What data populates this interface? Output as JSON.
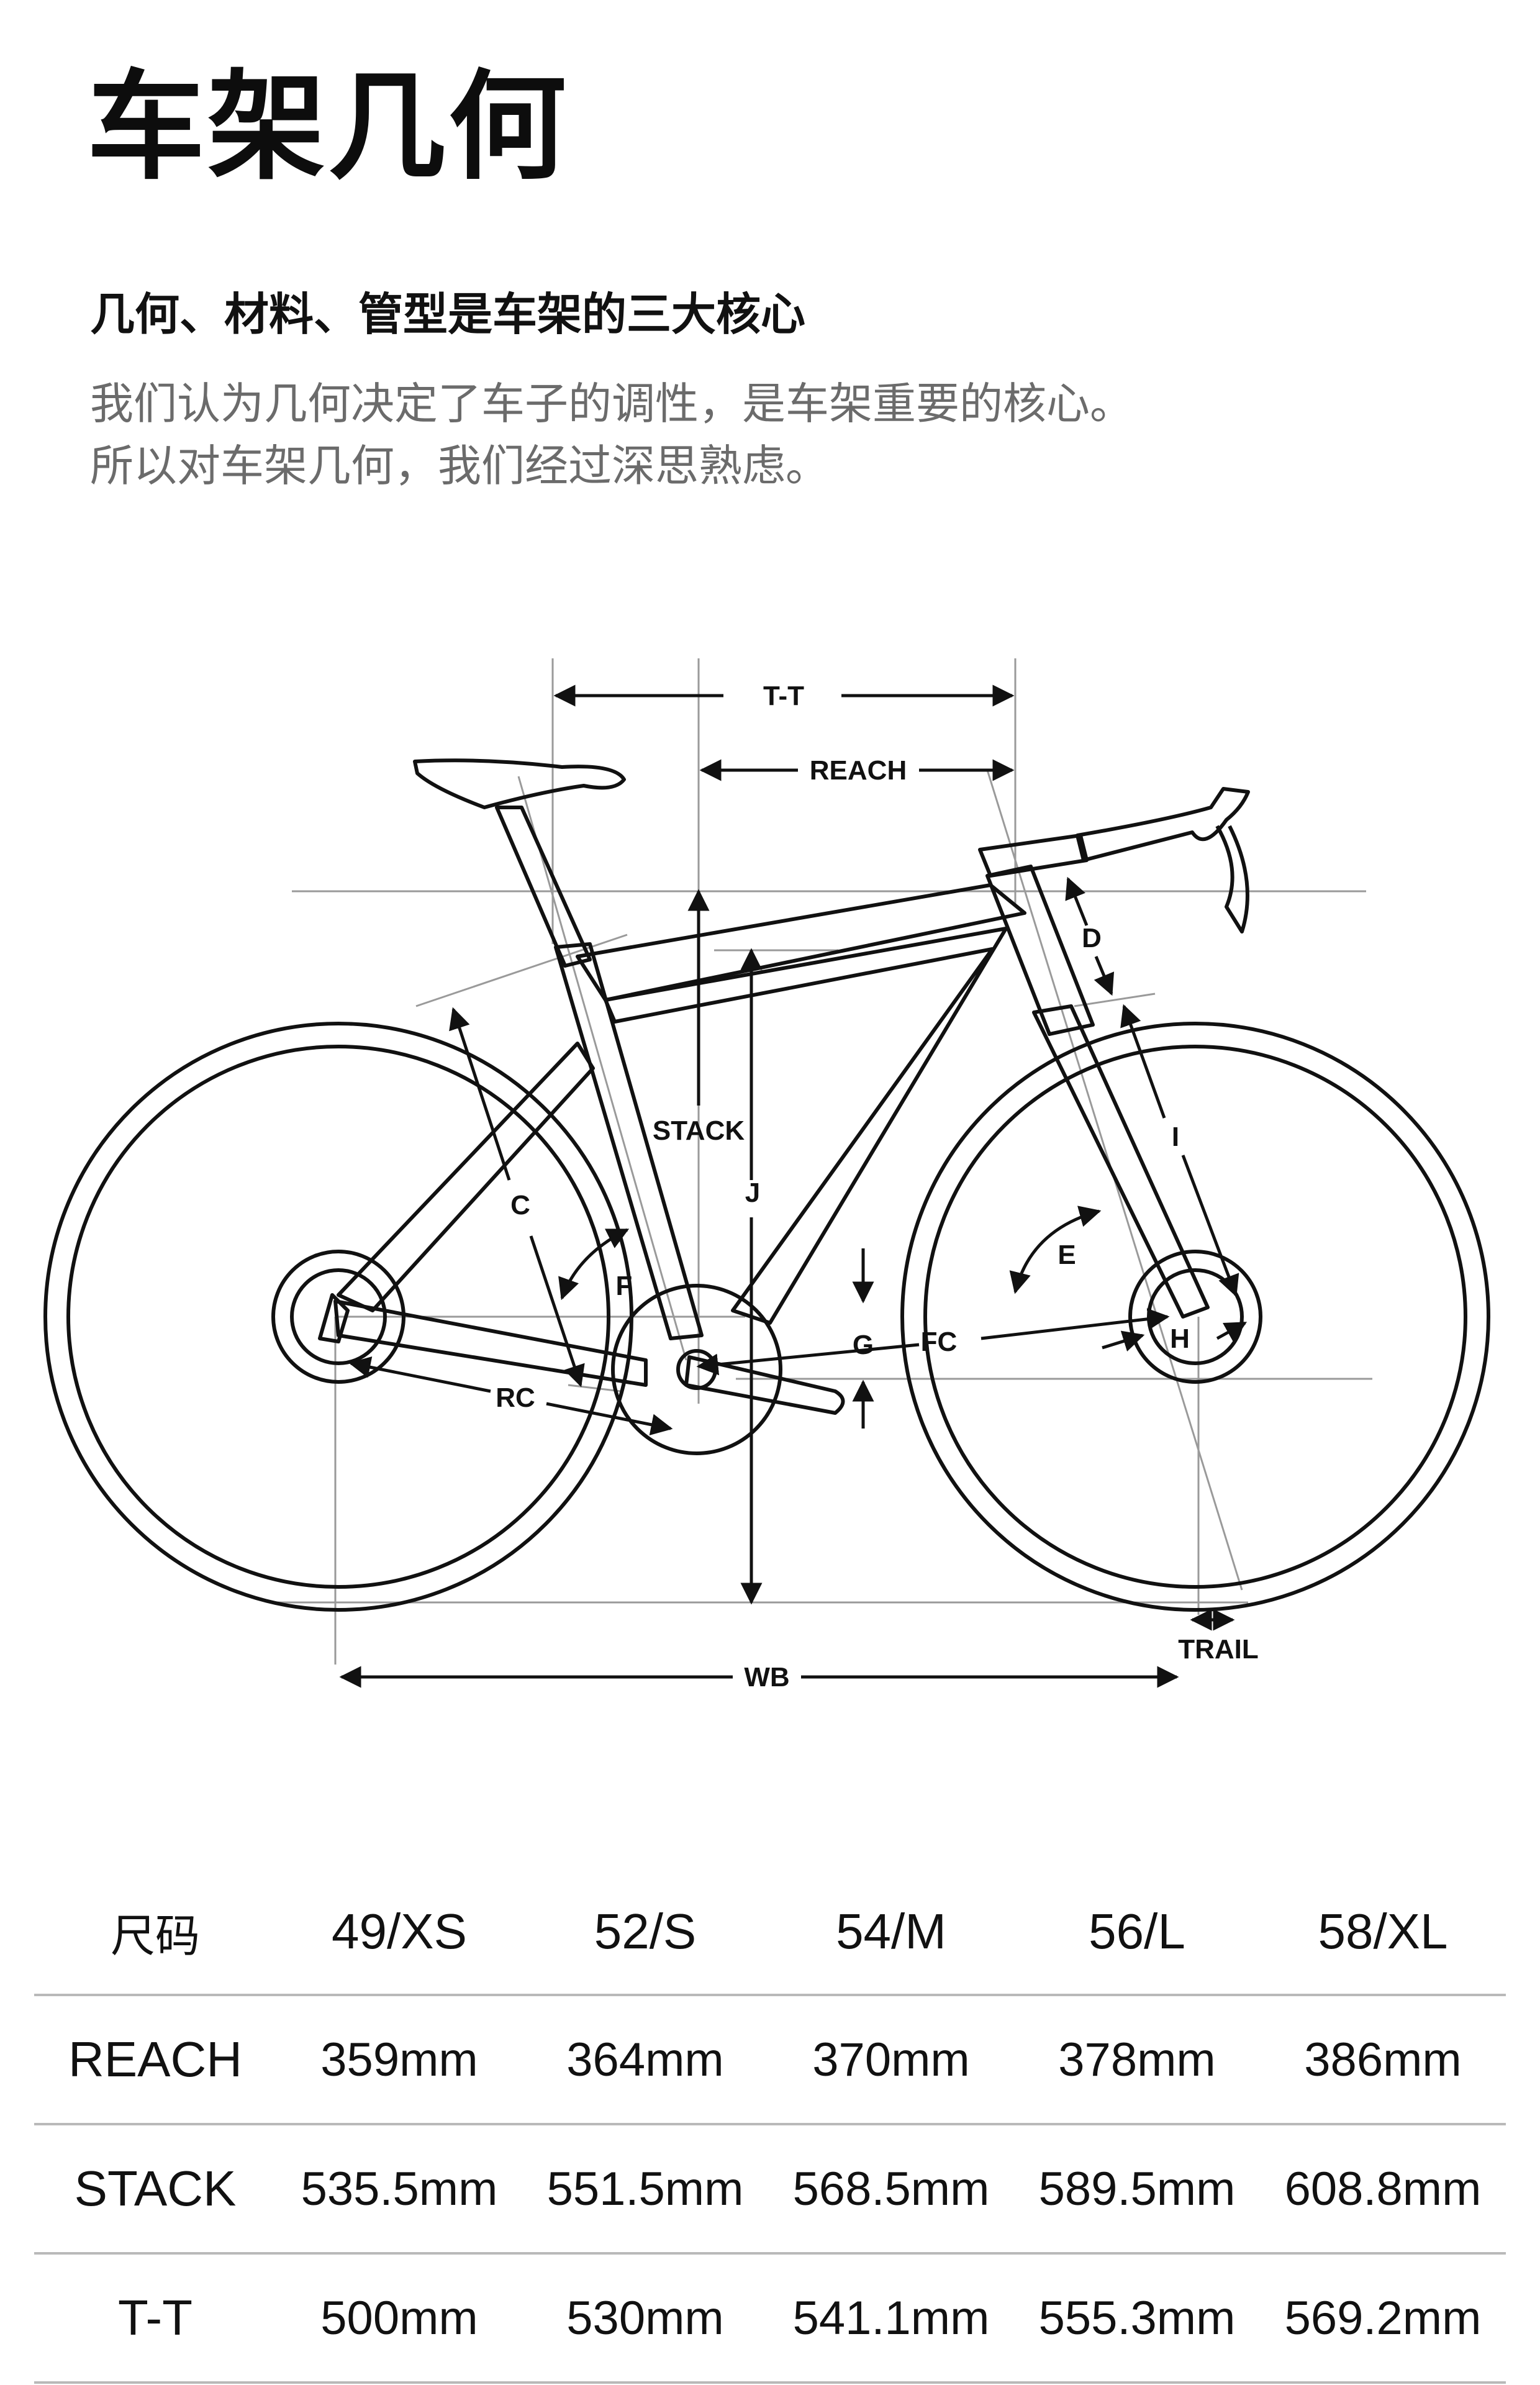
{
  "page": {
    "title": "车架几何",
    "subtitle": "几何、材料、管型是车架的三大核心",
    "body_lines": [
      "我们认为几何决定了车子的调性，是车架重要的核心。",
      "所以对车架几何，我们经过深思熟虑。"
    ]
  },
  "diagram": {
    "labels": {
      "tt": "T-T",
      "reach": "REACH",
      "stack": "STACK",
      "j": "J",
      "d": "D",
      "i": "I",
      "e": "E",
      "c": "C",
      "f": "F",
      "g": "G",
      "fc": "FC",
      "h": "H",
      "rc": "RC",
      "trail": "TRAIL",
      "wb": "WB"
    },
    "colors": {
      "line": "#111111",
      "guide": "#9a9a9a"
    }
  },
  "table": {
    "headers": [
      "尺码",
      "49/XS",
      "52/S",
      "54/M",
      "56/L",
      "58/XL"
    ],
    "rows": [
      [
        "REACH",
        "359mm",
        "364mm",
        "370mm",
        "378mm",
        "386mm"
      ],
      [
        "STACK",
        "535.5mm",
        "551.5mm",
        "568.5mm",
        "589.5mm",
        "608.8mm"
      ],
      [
        "T-T",
        "500mm",
        "530mm",
        "541.1mm",
        "555.3mm",
        "569.2mm"
      ]
    ]
  }
}
